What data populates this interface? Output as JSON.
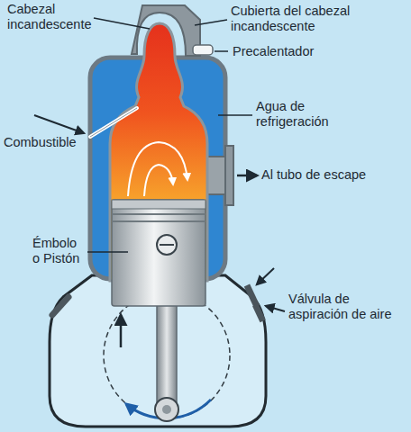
{
  "diagram": {
    "labels": [
      "Cabezal incandescente",
      "Cubierta del cabezal incandescente",
      "Precalentador",
      "Combustible",
      "Agua de refrigeración",
      "Al tubo de escape",
      "Émbolo o Pistón",
      "Válvula de aspiración de aire"
    ]
  }
}
